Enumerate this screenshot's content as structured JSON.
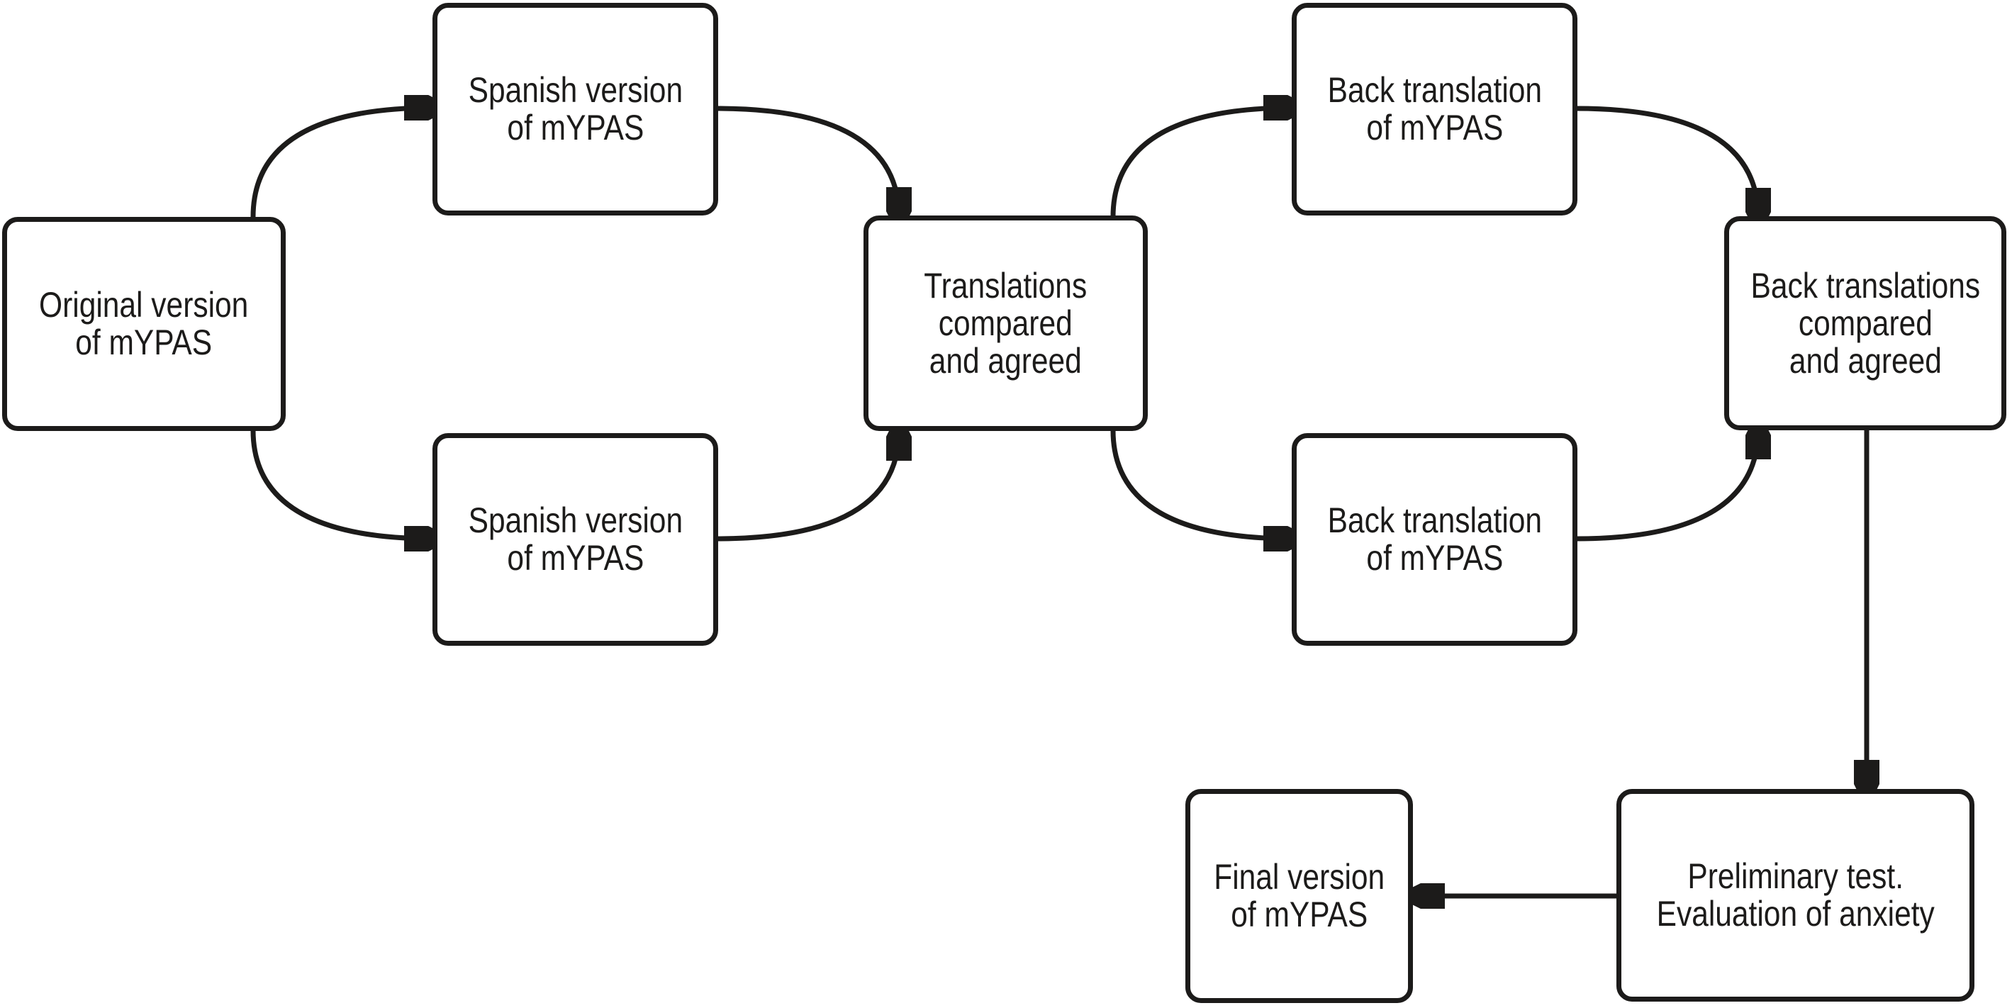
{
  "figure": {
    "background_color": "#ffffff",
    "line_color": "#1c1b1a"
  },
  "nodes": {
    "original": {
      "label": "Original version\nof mYPAS"
    },
    "spanish_top": {
      "label": "Spanish version\nof mYPAS"
    },
    "spanish_bottom": {
      "label": "Spanish version\nof mYPAS"
    },
    "translations_compared": {
      "label": "Translations\ncompared\nand agreed"
    },
    "back_translation_top": {
      "label": "Back translation\nof mYPAS"
    },
    "back_translation_bottom": {
      "label": "Back translation\nof mYPAS"
    },
    "back_translations_compared": {
      "label": "Back translations\ncompared\nand agreed"
    },
    "final_version": {
      "label": "Final version\nof mYPAS"
    },
    "preliminary_test": {
      "label": "Preliminary test.\nEvaluation of anxiety"
    }
  },
  "edges": [
    {
      "from": "original",
      "to": "spanish_top"
    },
    {
      "from": "original",
      "to": "spanish_bottom"
    },
    {
      "from": "spanish_top",
      "to": "translations_compared"
    },
    {
      "from": "spanish_bottom",
      "to": "translations_compared"
    },
    {
      "from": "translations_compared",
      "to": "back_translation_top"
    },
    {
      "from": "translations_compared",
      "to": "back_translation_bottom"
    },
    {
      "from": "back_translation_top",
      "to": "back_translations_compared"
    },
    {
      "from": "back_translation_bottom",
      "to": "back_translations_compared"
    },
    {
      "from": "back_translations_compared",
      "to": "preliminary_test"
    },
    {
      "from": "preliminary_test",
      "to": "final_version"
    }
  ]
}
